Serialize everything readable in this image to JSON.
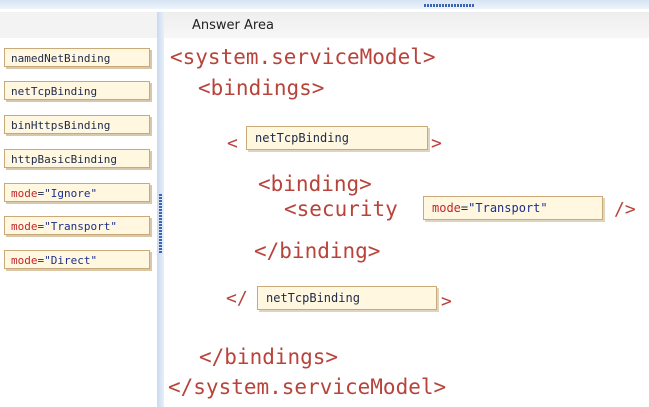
{
  "answer_area": {
    "title": "Answer Area"
  },
  "options": [
    {
      "label": "namedNetBinding"
    },
    {
      "label": "netTcpBinding"
    },
    {
      "label": "binHttpsBinding"
    },
    {
      "label": "httpBasicBinding"
    },
    {
      "attr": "mode",
      "eq": "=",
      "value": "\"Ignore\""
    },
    {
      "attr": "mode",
      "eq": "=",
      "value": "\"Transport\""
    },
    {
      "attr": "mode",
      "eq": "=",
      "value": "\"Direct\""
    }
  ],
  "code": {
    "service_model_open": "<system.serviceModel>",
    "bindings_open": "<bindings>",
    "lt": "<",
    "gt": ">",
    "binding_open": "<binding>",
    "security_open": "<security",
    "self_close": "/>",
    "binding_close": "</binding>",
    "close_prefix": "</",
    "bindings_close": "</bindings>",
    "service_model_close": "</system.serviceModel>"
  },
  "slots": {
    "binding_type_open": "netTcpBinding",
    "security_mode": {
      "attr": "mode",
      "eq": "=",
      "value": "\"Transport\""
    },
    "binding_type_close": "netTcpBinding"
  }
}
